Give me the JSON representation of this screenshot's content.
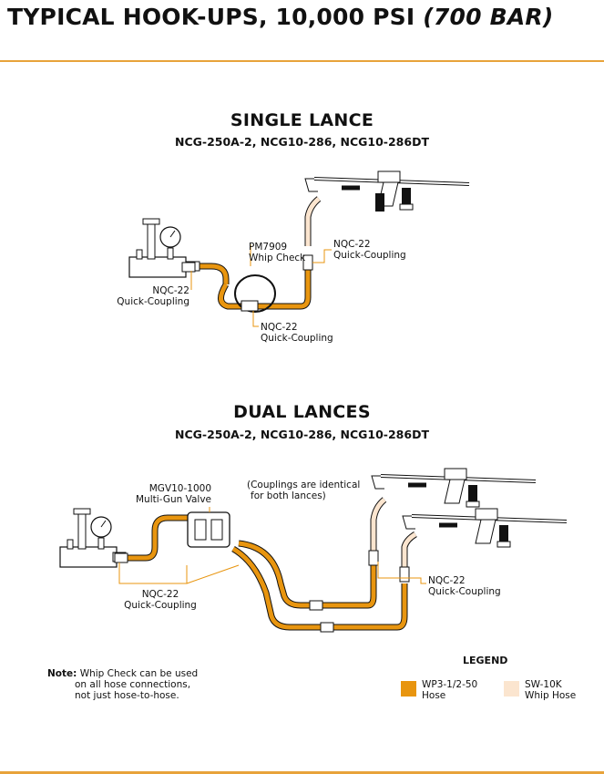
{
  "header": {
    "title_main": "TYPICAL HOOK-UPS, 10,000 PSI ",
    "title_italic": "(700 BAR)"
  },
  "single": {
    "heading": "SINGLE LANCE",
    "models": "NCG-250A-2, NCG10-286, NCG10-286DT",
    "labels": {
      "whip_model": "PM7909",
      "whip_name": "Whip Check",
      "qc_a_model": "NQC-22",
      "qc_a_name": "Quick-Coupling",
      "qc_b_model": "NQC-22",
      "qc_b_name": "Quick-Coupling",
      "qc_c_model": "NQC-22",
      "qc_c_name": "Quick-Coupling"
    }
  },
  "dual": {
    "heading": "DUAL LANCES",
    "models": "NCG-250A-2, NCG10-286, NCG10-286DT",
    "labels": {
      "valve_model": "MGV10-1000",
      "valve_name": "Multi-Gun Valve",
      "note_line1": "(Couplings are identical",
      "note_line2": "for both lances)",
      "qc_a_model": "NQC-22",
      "qc_a_name": "Quick-Coupling",
      "qc_b_model": "NQC-22",
      "qc_b_name": "Quick-Coupling"
    }
  },
  "note": {
    "prefix": "Note:",
    "line1": "Whip Check can be used",
    "line2": "on all hose connections,",
    "line3": "not just hose-to-hose."
  },
  "legend": {
    "title": "LEGEND",
    "items": [
      {
        "line1": "WP3-1/2-50",
        "line2": "Hose",
        "color": "#e8950f"
      },
      {
        "line1": "SW-10K",
        "line2": "Whip Hose",
        "color": "#fbe5cf"
      }
    ]
  },
  "colors": {
    "accent": "#e8a33a",
    "hose": "#e8950f",
    "whip": "#fbe5cf"
  }
}
